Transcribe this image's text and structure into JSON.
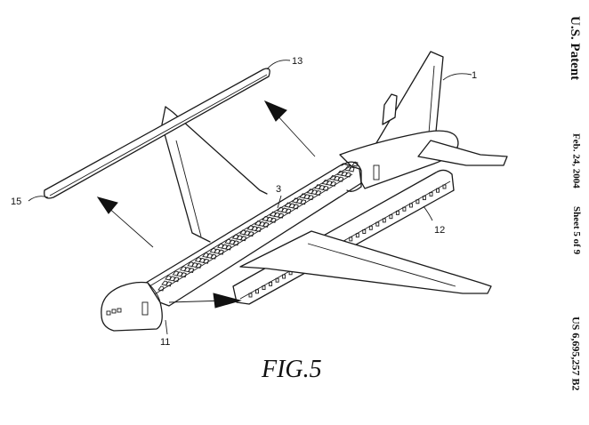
{
  "header": {
    "title": "U.S. Patent",
    "date": "Feb. 24, 2004",
    "sheet": "Sheet 5 of 9",
    "patent_number": "US 6,695,257 B2"
  },
  "figure": {
    "caption": "FIG.5",
    "refs": {
      "aircraft": "1",
      "cabin": "3",
      "left_fuselage": "11",
      "right_fuselage": "12",
      "upper_module": "13",
      "module_end": "15"
    }
  }
}
